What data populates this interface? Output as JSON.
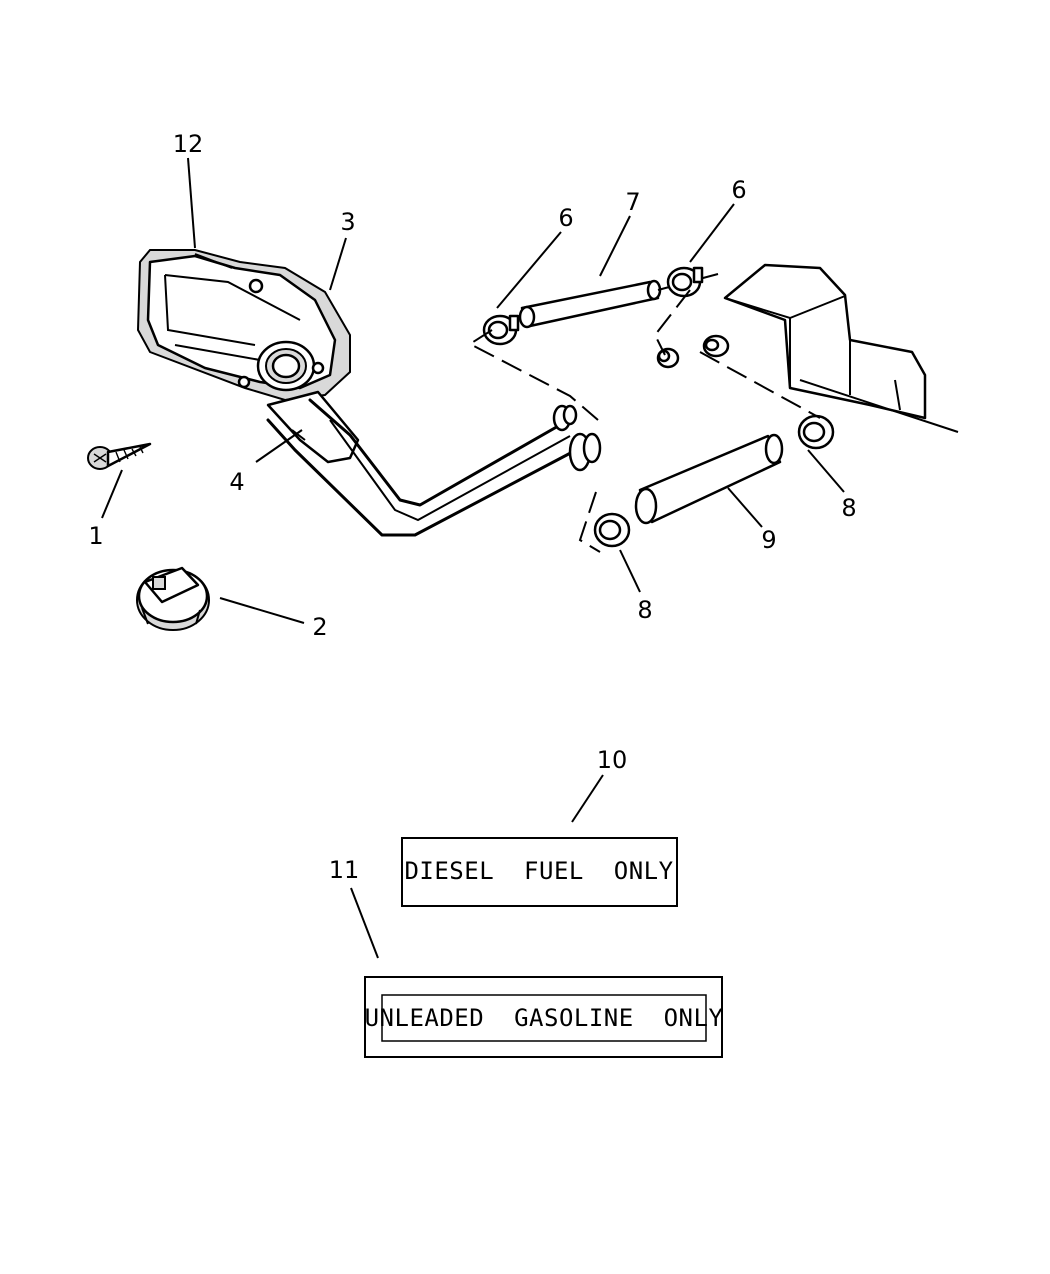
{
  "callouts": {
    "c1": "1",
    "c2": "2",
    "c3": "3",
    "c4": "4",
    "c6a": "6",
    "c6b": "6",
    "c7": "7",
    "c8a": "8",
    "c8b": "8",
    "c9": "9",
    "c10": "10",
    "c11": "11",
    "c12": "12"
  },
  "labels": {
    "diesel": "DIESEL  FUEL  ONLY",
    "unleaded": "UNLEADED  GASOLINE  ONLY"
  }
}
